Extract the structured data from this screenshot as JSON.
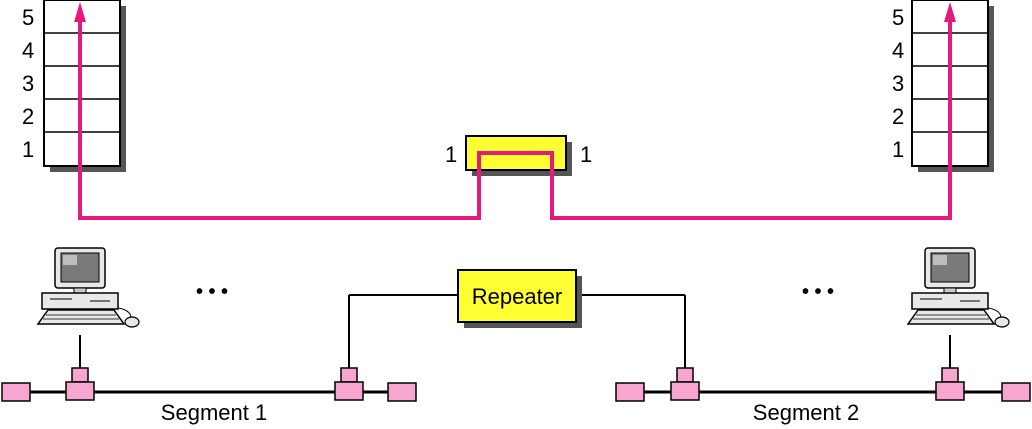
{
  "layers": [
    "5",
    "4",
    "3",
    "2",
    "1"
  ],
  "repeater_layer_left": "1",
  "repeater_layer_right": "1",
  "repeater_label": "Repeater",
  "ellipsis_left": "• • •",
  "ellipsis_right": "• • •",
  "segment_1": "Segment 1",
  "segment_2": "Segment 2",
  "colors": {
    "path": "#e6197d",
    "repeater_fill": "#ffff33",
    "connector_fill": "#f7a6cf",
    "shadow": "#555555"
  }
}
